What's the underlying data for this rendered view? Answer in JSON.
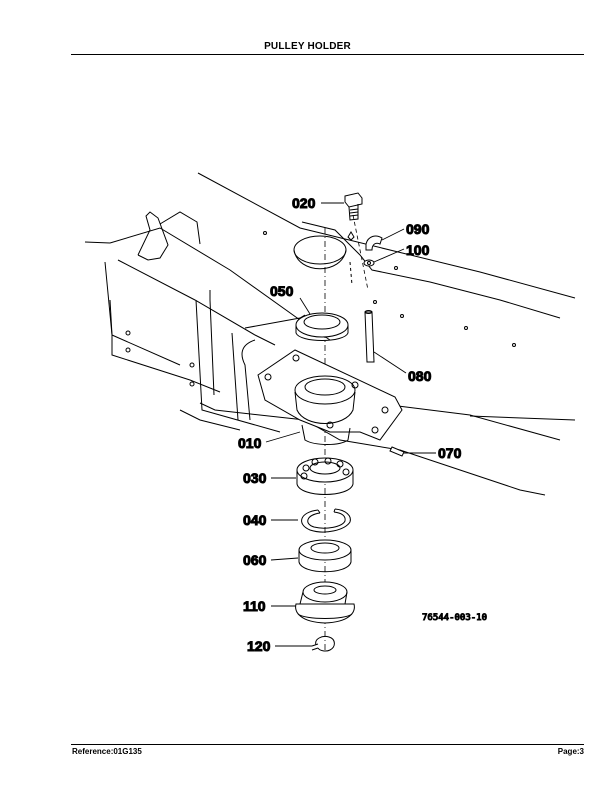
{
  "header": {
    "title": "PULLEY HOLDER"
  },
  "footer": {
    "reference": "Reference:01G135",
    "page": "Page:3"
  },
  "figure": {
    "reference_code": "76544-003-10",
    "callouts": {
      "c020": "020",
      "c090": "090",
      "c100": "100",
      "c050": "050",
      "c080": "080",
      "c010": "010",
      "c070": "070",
      "c030": "030",
      "c040": "040",
      "c060": "060",
      "c110": "110",
      "c120": "120"
    }
  }
}
